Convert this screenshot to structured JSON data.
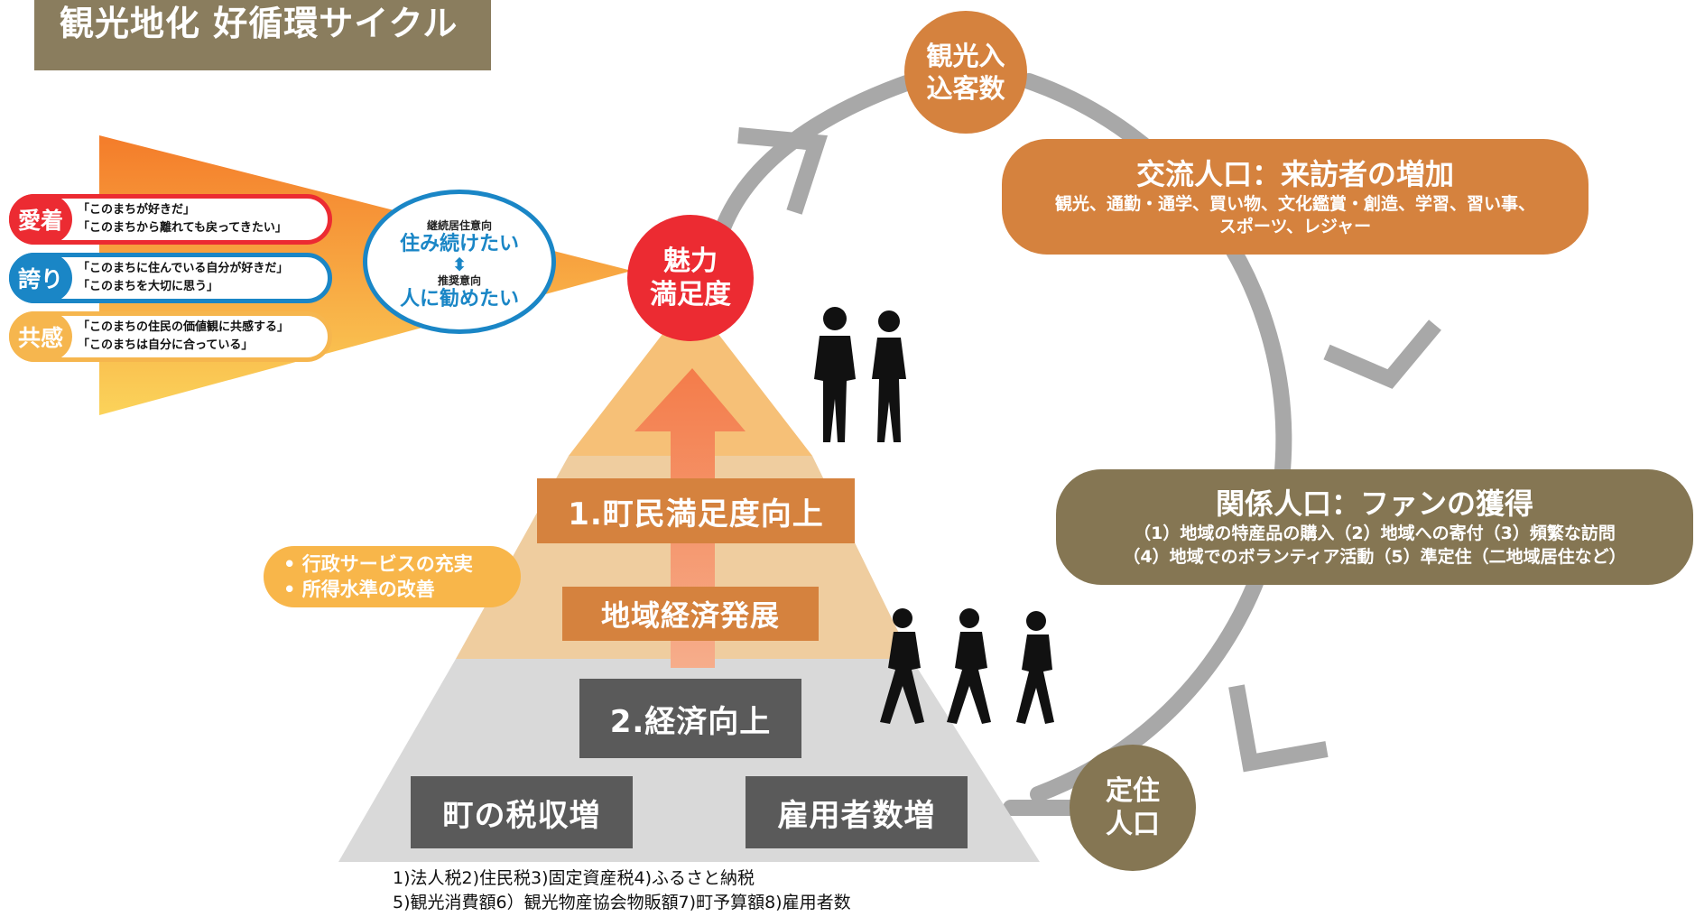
{
  "title": "観光地化 好循環サイクル",
  "cycle": {
    "tourists": [
      "観光入",
      "込客数"
    ],
    "exchange": {
      "heading": "交流人口：来訪者の増加",
      "lines": [
        "観光、通勤・通学、買い物、文化鑑賞・創造、学習、習い事、",
        "スポーツ、レジャー"
      ]
    },
    "relation": {
      "heading": "関係人口：ファンの獲得",
      "lines": [
        "（1）地域の特産品の購入（2）地域への寄付（3）頻繁な訪問",
        "（4）地域でのボランティア活動（5）準定住（二地域居住など）"
      ]
    },
    "settled": [
      "定住",
      "人口"
    ],
    "appeal": [
      "魅力",
      "満足度"
    ]
  },
  "feelings": [
    {
      "key": "愛着",
      "lines": [
        "「このまちが好きだ」",
        "「このまちから離れても戻ってきたい」"
      ],
      "color": "#ec2b32"
    },
    {
      "key": "誇り",
      "lines": [
        "「このまちに住んでいる自分が好きだ」",
        "「このまちを大切に思う」"
      ],
      "color": "#1a86c6"
    },
    {
      "key": "共感",
      "lines": [
        "「このまちの住民の価値観に共感する」",
        "「このまちは自分に合っている」"
      ],
      "color": "#f6b64e"
    }
  ],
  "intent": {
    "label_top": "継続居住意向",
    "main_top": "住み続けたい",
    "label_bottom": "推奨意向",
    "main_bottom": "人に勧めたい"
  },
  "pyramid": {
    "satisfaction": "1.町民満足度向上",
    "regional": "地域経済発展",
    "economy": "2.経済向上",
    "tax": "町の税収増",
    "employment": "雇用者数増"
  },
  "admin_bullets": [
    "行政サービスの充実",
    "所得水準の改善"
  ],
  "footnotes": [
    "1)法人税2)住民税3)固定資産税4)ふるさと納税",
    "5)観光消費額6）観光物産協会物販額7)町予算額8)雇用者数"
  ],
  "colors": {
    "title_bg": "#8a7d5e",
    "orange": "#d5823e",
    "khaki": "#857653",
    "gray_arrow": "#a8a8a8",
    "red": "#ec2b32",
    "blue": "#1a86c6",
    "yellow": "#f6b64e",
    "dark_gray": "#5a5a5a"
  }
}
